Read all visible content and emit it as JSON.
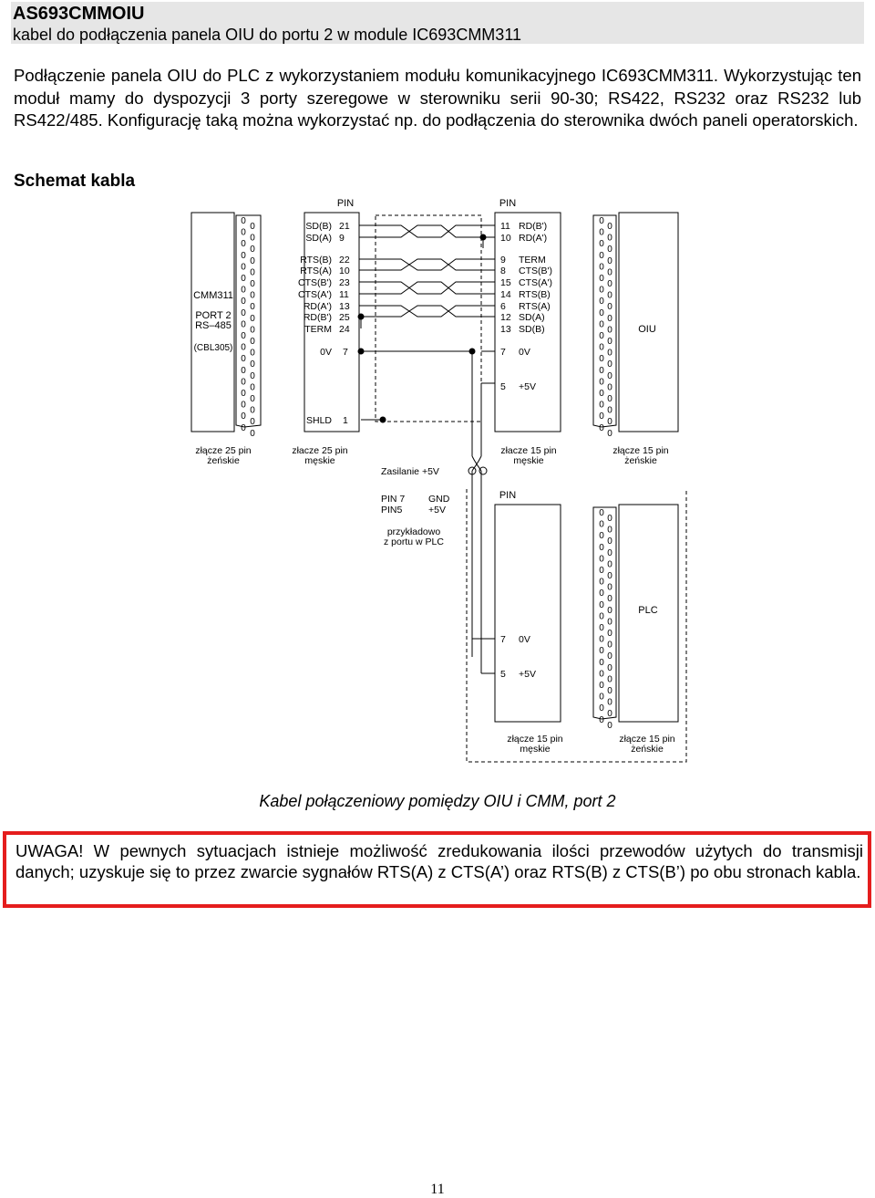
{
  "header": {
    "title": "AS693CMMOIU",
    "subtitle": "kabel do podłączenia panela OIU do portu 2 w module IC693CMM311"
  },
  "intro": "Podłączenie panela OIU do PLC z wykorzystaniem modułu komunikacyjnego IC693CMM311. Wykorzystując ten moduł mamy do dyspozycji 3 porty szeregowe w sterowniku serii 90-30; RS422, RS232 oraz RS232 lub RS422/485. Konfigurację taką można wykorzystać np. do podłączenia do sterownika dwóch paneli operatorskich.",
  "section_title": "Schemat kabla",
  "diagram": {
    "pin_header": "PIN",
    "cmm_labels": [
      "CMM311",
      "PORT 2",
      "RS–485",
      "(CBL305)"
    ],
    "oiu_label": "OIU",
    "plc_label": "PLC",
    "left_signals": [
      "SD(B)",
      "SD(A)",
      "RTS(B)",
      "RTS(A)",
      "CTS(B')",
      "CTS(A')",
      "RD(A')",
      "RD(B')",
      "TERM"
    ],
    "left_pins": [
      "21",
      "9",
      "22",
      "10",
      "23",
      "11",
      "13",
      "25",
      "24"
    ],
    "left_0v": "0V",
    "left_0v_pin": "7",
    "left_shld": "SHLD",
    "left_shld_pin": "1",
    "right_pins": [
      "11",
      "10",
      "9",
      "8",
      "15",
      "14",
      "6",
      "12",
      "13"
    ],
    "right_signals": [
      "RD(B')",
      "RD(A')",
      "TERM",
      "CTS(B')",
      "CTS(A')",
      "RTS(B)",
      "RTS(A)",
      "SD(A)",
      "SD(B)"
    ],
    "right_0v_pin": "7",
    "right_0v": "0V",
    "right_5v_pin": "5",
    "right_5v": "+5V",
    "conn_25_female": [
      "złącze 25 pin",
      "żeńskie"
    ],
    "conn_25_male": [
      "złacze 25 pin",
      "męskie"
    ],
    "conn_15_male": [
      "złacze 15 pin",
      "męskie"
    ],
    "conn_15_female": [
      "złącze 15 pin",
      "żeńskie"
    ],
    "supply": "Zasilanie +5V",
    "pin7": "PIN 7",
    "pin5": "PIN5",
    "gnd": "GND",
    "plus5v": "+5V",
    "example": [
      "przykładowo",
      "z portu w  PLC"
    ],
    "plc_0v_pin": "7",
    "plc_0v": "0V",
    "plc_5v_pin": "5",
    "plc_5v": "+5V",
    "bottom_conn_male": [
      "złącze 15 pin",
      "męskie"
    ],
    "bottom_conn_female": [
      "złącze 15 pin",
      "żeńskie"
    ],
    "zero": "0"
  },
  "caption": "Kabel połączeniowy pomiędzy OIU i CMM, port 2",
  "warning": {
    "label": "UWAGA!",
    "text": " W pewnych sytuacjach istnieje możliwość zredukowania ilości przewodów użytych do transmisji danych; uzyskuje się to przez zwarcie sygnałów RTS(A) z CTS(A’) oraz RTS(B) z CTS(B’) po obu stronach kabla."
  },
  "page_number": "11"
}
